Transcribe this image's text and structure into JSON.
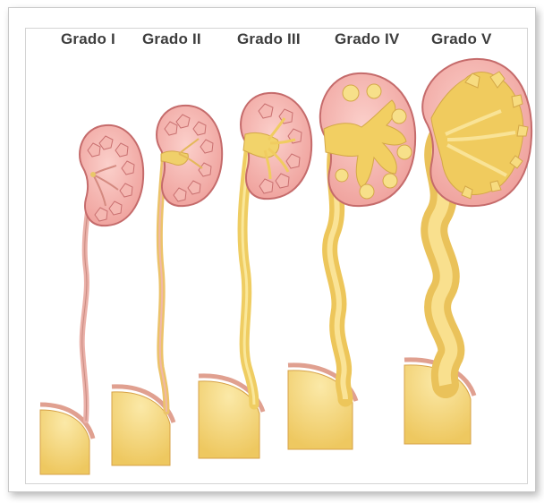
{
  "grades": [
    {
      "label": "Grado I"
    },
    {
      "label": "Grado II"
    },
    {
      "label": "Grado III"
    },
    {
      "label": "Grado IV"
    },
    {
      "label": "Grado V"
    }
  ],
  "colors": {
    "kidney_outer": "#f3a7a3",
    "kidney_stroke": "#c86a6a",
    "urine": "#f3d56a",
    "urine_dark": "#e6b84a",
    "ureter_pink": "#f0b8b0",
    "bladder": "#f3d97a"
  }
}
